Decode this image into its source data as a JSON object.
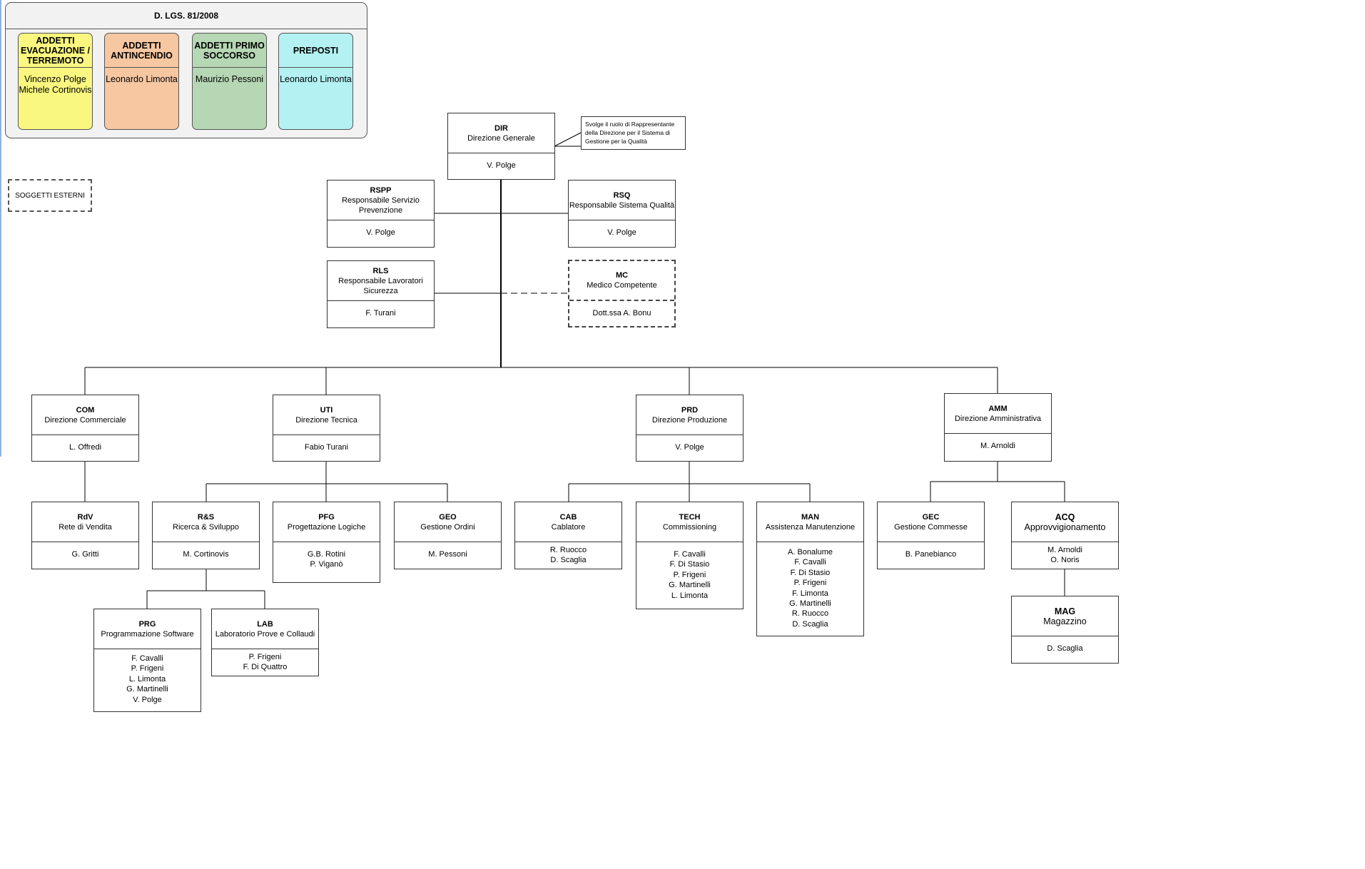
{
  "dlgs_panel": {
    "title": "D. LGS. 81/2008",
    "roles": [
      {
        "title": "ADDETTI\nEVACUAZIONE /\nTERREMOTO",
        "people": "Vincenzo Polge\nMichele Cortinovis",
        "color": "#f9f77f"
      },
      {
        "title": "ADDETTI\nANTINCENDIO",
        "people": "Leonardo Limonta",
        "color": "#f6c7a1"
      },
      {
        "title": "ADDETTI PRIMO\nSOCCORSO",
        "people": "Maurizio Pessoni",
        "color": "#b6d7b4"
      },
      {
        "title": "PREPOSTI",
        "people": "Leonardo Limonta",
        "color": "#b3f1f2"
      }
    ]
  },
  "legend": {
    "external_subjects": "SOGGETTI ESTERNI"
  },
  "note": "Svolge il ruolo di Rappresentante della Direzione per il Sistema di Gestione per la Qualità",
  "units": {
    "dir": {
      "code": "DIR",
      "name": "Direzione Generale",
      "people": "V. Polge"
    },
    "rspp": {
      "code": "RSPP",
      "name": "Responsabile Servizio\nPrevenzione",
      "people": "V. Polge"
    },
    "rsq": {
      "code": "RSQ",
      "name": "Responsabile Sistema Qualità",
      "people": "V. Polge"
    },
    "rls": {
      "code": "RLS",
      "name": "Responsabile Lavoratori\nSicurezza",
      "people": "F. Turani"
    },
    "mc": {
      "code": "MC",
      "name": "Medico Competente",
      "people": "Dott.ssa A. Bonu"
    },
    "com": {
      "code": "COM",
      "name": "Direzione Commerciale",
      "people": "L. Offredi"
    },
    "uti": {
      "code": "UTI",
      "name": "Direzione Tecnica",
      "people": "Fabio Turani"
    },
    "prd": {
      "code": "PRD",
      "name": "Direzione Produzione",
      "people": "V. Polge"
    },
    "amm": {
      "code": "AMM",
      "name": "Direzione Amministrativa",
      "people": "M. Arnoldi"
    },
    "rdv": {
      "code": "RdV",
      "name": "Rete di Vendita",
      "people": "G. Gritti"
    },
    "rs": {
      "code": "R&S",
      "name": "Ricerca & Sviluppo",
      "people": "M. Cortinovis"
    },
    "pfg": {
      "code": "PFG",
      "name": "Progettazione Logiche",
      "people": "G.B. Rotini\nP. Viganò"
    },
    "geo": {
      "code": "GEO",
      "name": "Gestione Ordini",
      "people": "M. Pessoni"
    },
    "cab": {
      "code": "CAB",
      "name": "Cablatore",
      "people": "R. Ruocco\nD. Scaglia"
    },
    "tech": {
      "code": "TECH",
      "name": "Commissioning",
      "people": "F. Cavalli\nF. Di Stasio\nP. Frigeni\nG. Martinelli\nL. Limonta"
    },
    "man": {
      "code": "MAN",
      "name": "Assistenza Manutenzione",
      "people": "A. Bonalume\nF. Cavalli\nF. Di Stasio\nP. Frigeni\nF. Limonta\nG. Martinelli\nR. Ruocco\nD. Scaglia"
    },
    "gec": {
      "code": "GEC",
      "name": "Gestione Commesse",
      "people": "B. Panebianco"
    },
    "acq": {
      "code": "ACQ",
      "name": "Approvvigionamento",
      "people": "M. Arnoldi\nO. Noris"
    },
    "prg": {
      "code": "PRG",
      "name": "Programmazione Software",
      "people": "F. Cavalli\nP. Frigeni\nL. Limonta\nG. Martinelli\nV. Polge"
    },
    "lab": {
      "code": "LAB",
      "name": "Laboratorio Prove e Collaudi",
      "people": "P. Frigeni\nF. Di Quattro"
    },
    "mag": {
      "code": "MAG",
      "name": "Magazzino",
      "people": "D. Scaglia"
    }
  }
}
